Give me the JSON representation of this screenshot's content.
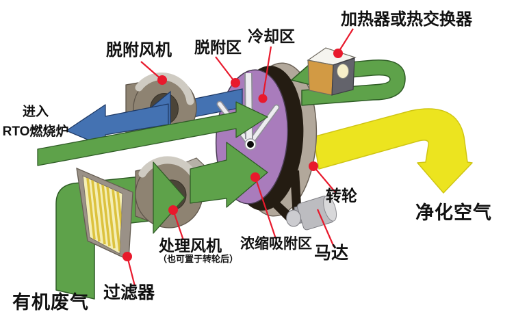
{
  "diagram": {
    "labels": {
      "heater": "加热器或热交换器",
      "desorption_fan": "脱附风机",
      "desorption_zone": "脱附区",
      "cooling_zone": "冷却区",
      "rto_line1": "进入",
      "rto_line2": "RTO燃烧炉",
      "rotor": "转轮",
      "motor": "马达",
      "adsorption_zone": "浓缩吸附区",
      "process_fan": "处理风机",
      "process_fan_note": "（也可置于转轮后）",
      "filter": "过滤器",
      "waste_gas": "有机废气",
      "clean_air": "净化空气"
    },
    "colors": {
      "waste_gas_flow": "#5ea24a",
      "clean_air_flow": "#ece41f",
      "desorbed_flow": "#4472b2",
      "rotor_face": "#a97cbc",
      "rotor_casing": "#b2a89b",
      "belt_black": "#241c12",
      "machinery_gray": "#8e8372",
      "heater_orange": "#d29a44",
      "heater_gray": "#63636b",
      "callout_red": "#e8192c",
      "filter_stripe": "#dcc23e",
      "text": "#111111",
      "background": "#ffffff"
    }
  }
}
